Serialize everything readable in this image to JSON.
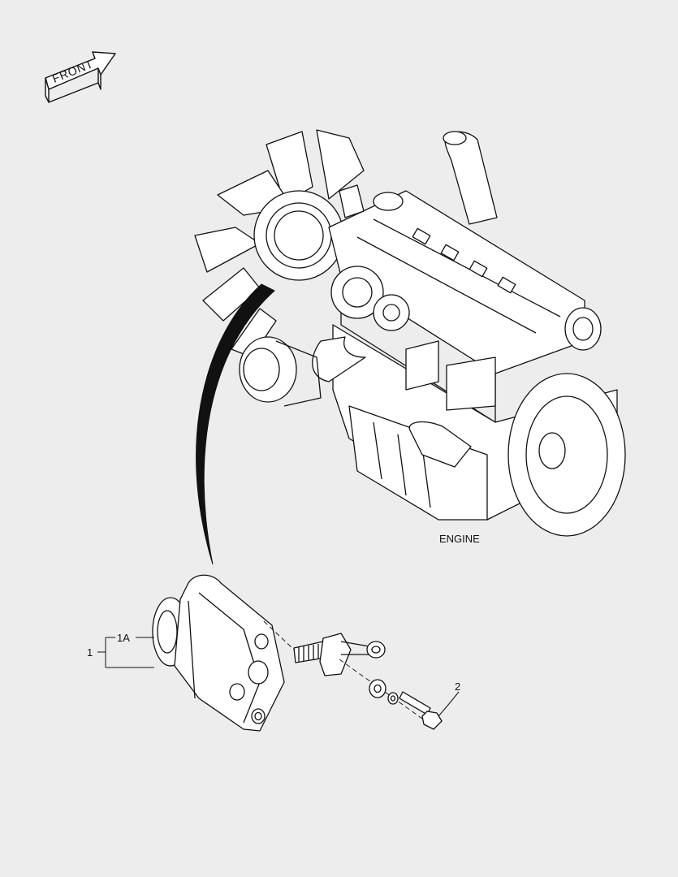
{
  "front_label": "FRONT",
  "engine_label": "ENGINE",
  "callouts": {
    "alternator_assembly": "1",
    "alternator_sub": "1A",
    "bolt": "2"
  }
}
